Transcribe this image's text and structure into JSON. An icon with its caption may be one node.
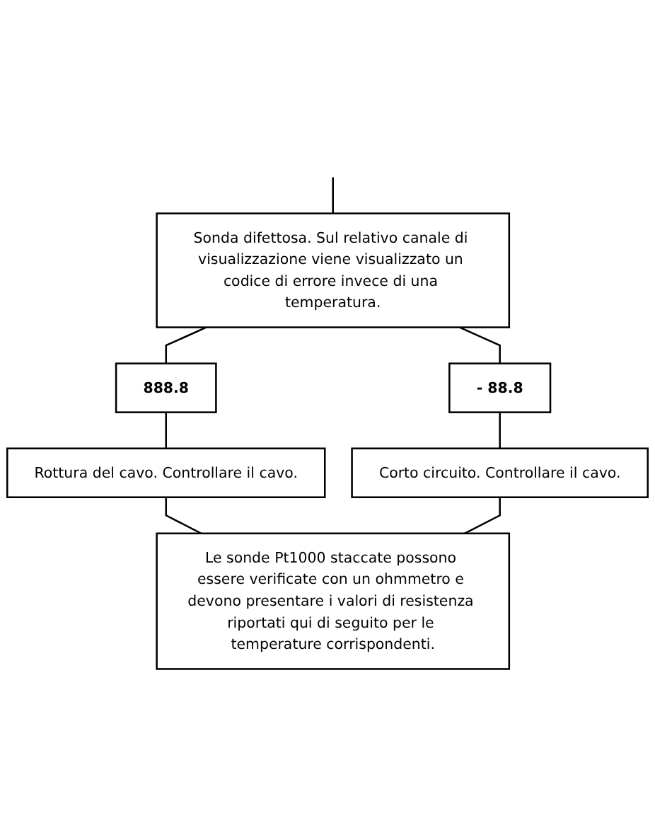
{
  "diagram": {
    "nodes": [
      {
        "text": [
          "Sonda difettosa. Sul relativo canale di visualizzazione viene visualizzato un codice di errore invece di una temperatura."
        ]
      },
      {
        "text": [
          "888.8"
        ]
      },
      {
        "text": [
          "- 88.8"
        ]
      },
      {
        "text": [
          "Rottura del cavo. Controllare il cavo."
        ]
      },
      {
        "text": [
          "Corto circuito. Controllare il cavo."
        ]
      },
      {
        "text": [
          "Le sonde Pt1000 staccate possono essere verificate con un ohmmetro e devono presentare i valori di resistenza riportati qui di seguito per le temperature corrispondenti."
        ]
      }
    ],
    "edges": [
      {
        "from": null,
        "to": 0,
        "arrow": "none"
      },
      {
        "from": 0,
        "to": 1,
        "arrow": "none"
      },
      {
        "from": 0,
        "to": 2,
        "arrow": "none"
      },
      {
        "from": 1,
        "to": 3,
        "arrow": "none"
      },
      {
        "from": 2,
        "to": 4,
        "arrow": "none"
      },
      {
        "from": 3,
        "to": 5,
        "arrow": "none"
      },
      {
        "from": 4,
        "to": 5,
        "arrow": "none"
      }
    ]
  }
}
